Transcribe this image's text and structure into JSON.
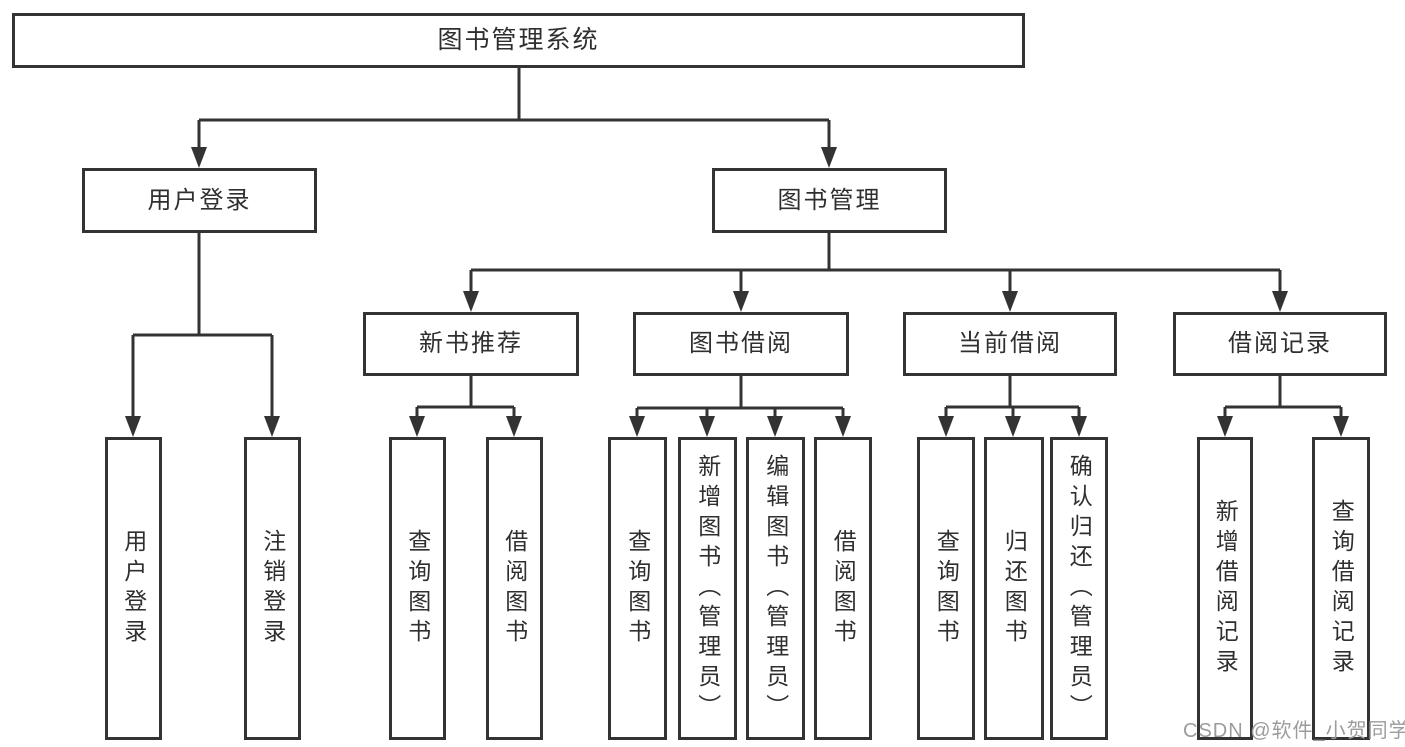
{
  "diagram": {
    "root": {
      "label": "图书管理系统"
    },
    "branches": [
      {
        "label": "用户登录",
        "children": [
          {
            "label": "用户登录"
          },
          {
            "label": "注销登录"
          }
        ]
      },
      {
        "label": "图书管理",
        "children": [
          {
            "label": "新书推荐",
            "children": [
              {
                "label": "查询图书"
              },
              {
                "label": "借阅图书"
              }
            ]
          },
          {
            "label": "图书借阅",
            "children": [
              {
                "label": "查询图书"
              },
              {
                "label": "新增图书（管理员）"
              },
              {
                "label": "编辑图书（管理员）"
              },
              {
                "label": "借阅图书"
              }
            ]
          },
          {
            "label": "当前借阅",
            "children": [
              {
                "label": "查询图书"
              },
              {
                "label": "归还图书"
              },
              {
                "label": "确认归还（管理员）"
              }
            ]
          },
          {
            "label": "借阅记录",
            "children": [
              {
                "label": "新增借阅记录"
              },
              {
                "label": "查询借阅记录"
              }
            ]
          }
        ]
      }
    ]
  },
  "watermark": {
    "text": "CSDN @软件_小贺同学"
  },
  "colors": {
    "line": "#333333",
    "text": "#2f2f2f",
    "watermark": "#9c9c9c",
    "background": "#ffffff"
  }
}
